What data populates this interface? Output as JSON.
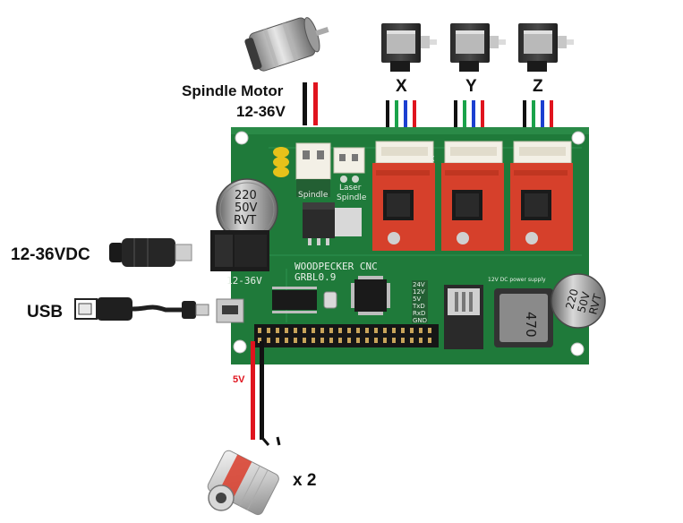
{
  "labels": {
    "spindle_motor": "Spindle Motor",
    "spindle_voltage": "12-36V",
    "axis_x": "X",
    "axis_y": "Y",
    "axis_z": "Z",
    "power_input": "12-36VDC",
    "usb": "USB",
    "laser_voltage": "5V",
    "quantity": "x 2"
  },
  "board": {
    "brand": "WOODPECKER CNC",
    "firmware": "GRBL0.9",
    "voltage_mark": "12-36V",
    "header_spindle": "Spindle",
    "header_laser": "Laser",
    "header_spindle2": "Spindle",
    "cap_value": "220",
    "cap_voltage": "50V",
    "cap_brand": "RVT",
    "inductor": "470",
    "reg_label": "12V DC power supply",
    "pin_labels": [
      "24V",
      "12V",
      "5V",
      "TxD",
      "RxD",
      "GND"
    ],
    "x_mark": "X"
  },
  "colors": {
    "pcb": "#1f7a3a",
    "driver": "#d6402b",
    "wire_red": "#e0141e",
    "wire_black": "#111111",
    "wire_green": "#1aa34a",
    "wire_blue": "#1c3fd1"
  }
}
